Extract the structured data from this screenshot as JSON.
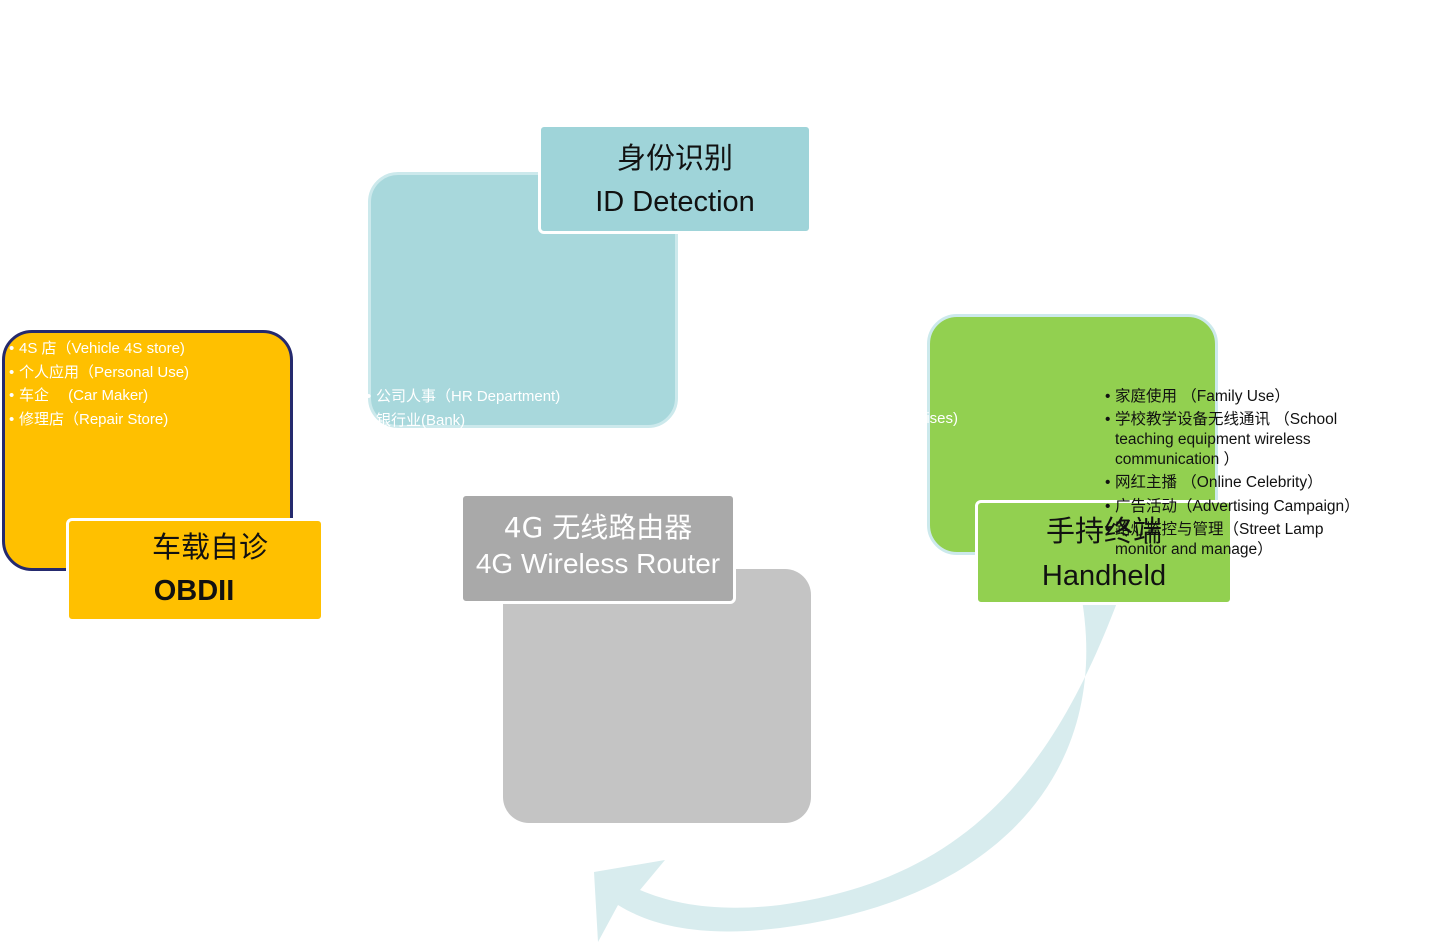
{
  "id_detection": {
    "title_cn": "身份识别",
    "title_en": "ID Detection",
    "items": [
      "公司人事（HR Department)",
      "银行业(Bank)"
    ]
  },
  "obdii": {
    "title_cn": "车载自诊",
    "title_en": "OBDII",
    "items": [
      "4S 店（Vehicle 4S store)",
      "个人应用（Personal Use)",
      "车企 　(Car Maker)",
      "修理店（Repair Store)"
    ]
  },
  "router": {
    "title_cn": "4G 无线路由器",
    "title_en": "4G Wireless Router",
    "overflow_text": "prises)"
  },
  "handheld": {
    "title_cn": "手持终端",
    "title_en": "Handheld",
    "items": [
      "家庭使用 （Family Use）",
      "学校教学设备无线通讯 （School teaching equipment wireless communication ）",
      "网红主播 （Online Celebrity）",
      "广告活动（Advertising Campaign）",
      "路灯监控与管理（Street Lamp monitor  and manage）"
    ]
  },
  "colors": {
    "id": "#a8d8dc",
    "obd": "#ffc000",
    "handheld": "#92d050",
    "router": "#c4c4c4",
    "arrow": "#d8ecee",
    "obd_border": "#252a6e"
  }
}
